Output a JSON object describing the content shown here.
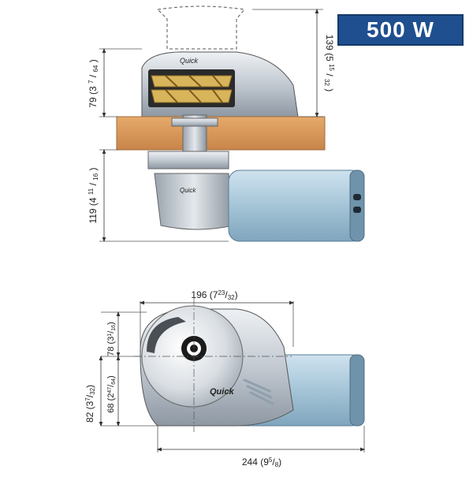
{
  "badge": {
    "label": "500 W",
    "color": "#1f4f8f"
  },
  "top_view": {
    "height_total": {
      "value": "139 (5",
      "frac_num": "15",
      "frac_den": "32",
      "close": ")"
    },
    "height_above_deck": {
      "value": "79 (3",
      "frac_num": "7",
      "frac_den": "64",
      "close": ")"
    },
    "height_below_deck": {
      "value": "119 (4",
      "frac_num": "11",
      "frac_den": "16",
      "close": ")"
    },
    "brand_mark": "Quick"
  },
  "bottom_view": {
    "width_top": {
      "value": "196 (7",
      "frac_num": "23",
      "frac_den": "32",
      "close": ")"
    },
    "width_total": {
      "value": "244 (9",
      "frac_num": "5",
      "frac_den": "8",
      "close": ")"
    },
    "height_78": {
      "value": "78 (3",
      "frac_num": "1",
      "frac_den": "16",
      "close": ")"
    },
    "height_68": {
      "value": "68 (2",
      "frac_num": "47",
      "frac_den": "64",
      "close": ")"
    },
    "height_82": {
      "value": "82 (3",
      "frac_num": "7",
      "frac_den": "32",
      "close": ")"
    },
    "brand_mark": "Quick"
  },
  "colors": {
    "deck_wood": "#d99a5c",
    "motor_blue": "#a9c8da",
    "metal": "#c9cfd6",
    "gold": "#d8b45a",
    "line": "#333333"
  }
}
